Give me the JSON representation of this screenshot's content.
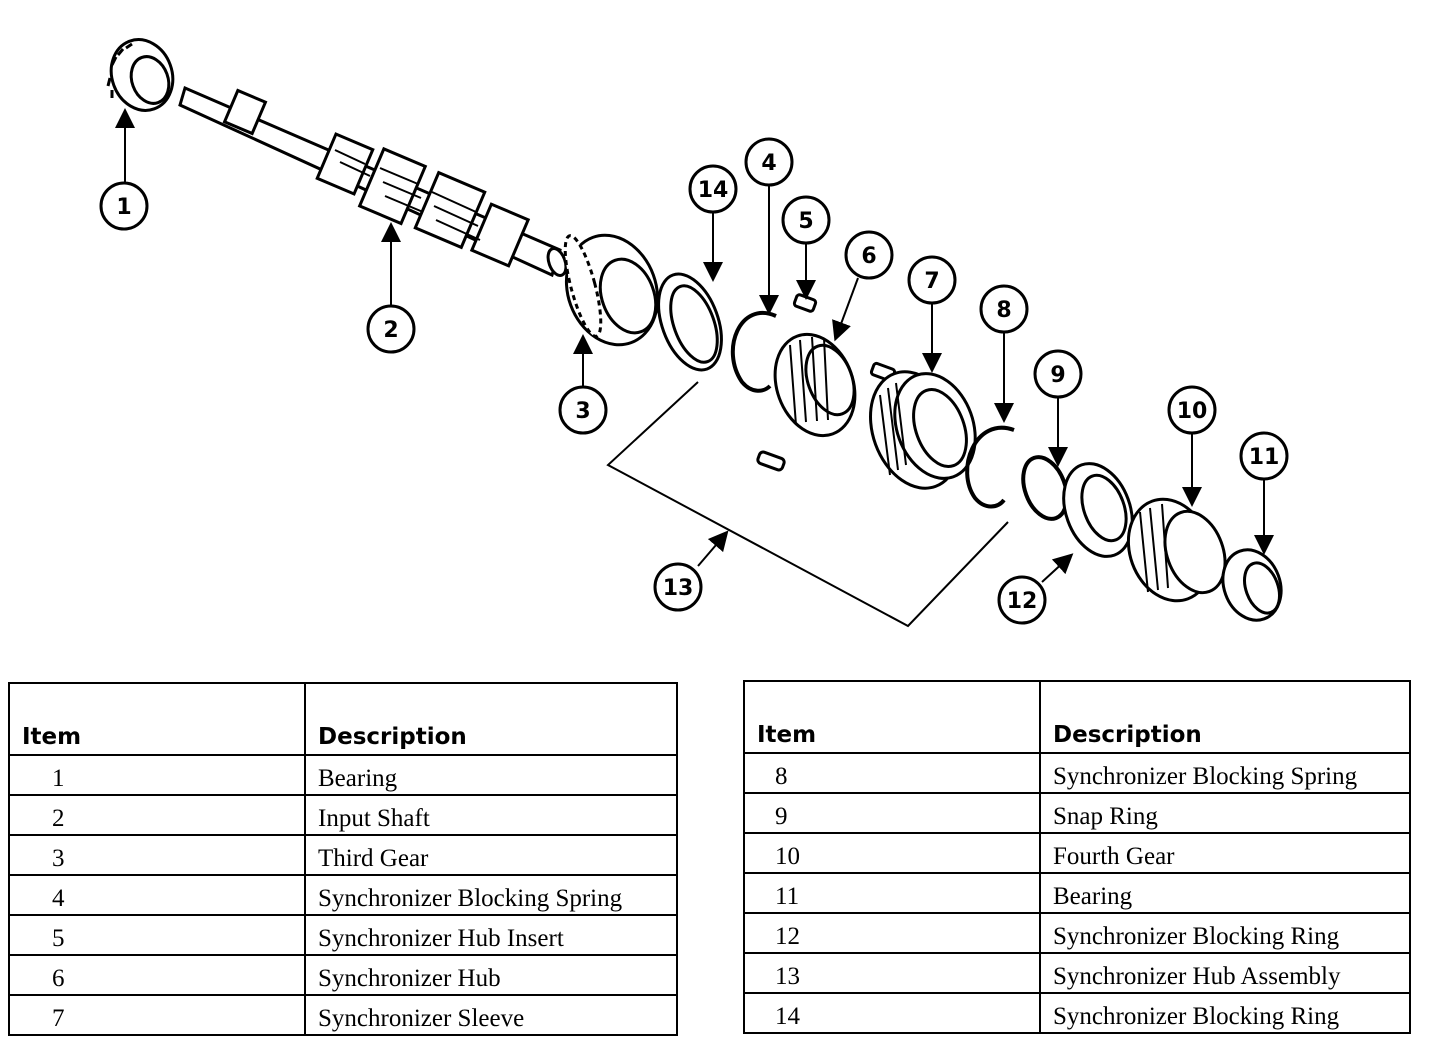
{
  "callouts": [
    "1",
    "2",
    "3",
    "4",
    "5",
    "6",
    "7",
    "8",
    "9",
    "10",
    "11",
    "12",
    "13",
    "14"
  ],
  "table_left": {
    "header_item": "Item",
    "header_description": "Description",
    "rows": [
      {
        "item": "1",
        "description": "Bearing"
      },
      {
        "item": "2",
        "description": "Input Shaft"
      },
      {
        "item": "3",
        "description": "Third Gear"
      },
      {
        "item": "4",
        "description": "Synchronizer Blocking Spring"
      },
      {
        "item": "5",
        "description": "Synchronizer Hub Insert"
      },
      {
        "item": "6",
        "description": "Synchronizer Hub"
      },
      {
        "item": "7",
        "description": "Synchronizer Sleeve"
      }
    ]
  },
  "table_right": {
    "header_item": "Item",
    "header_description": "Description",
    "rows": [
      {
        "item": "8",
        "description": "Synchronizer Blocking Spring"
      },
      {
        "item": "9",
        "description": "Snap Ring"
      },
      {
        "item": "10",
        "description": "Fourth Gear"
      },
      {
        "item": "11",
        "description": "Bearing"
      },
      {
        "item": "12",
        "description": "Synchronizer Blocking Ring"
      },
      {
        "item": "13",
        "description": "Synchronizer Hub Assembly"
      },
      {
        "item": "14",
        "description": "Synchronizer Blocking Ring"
      }
    ]
  }
}
